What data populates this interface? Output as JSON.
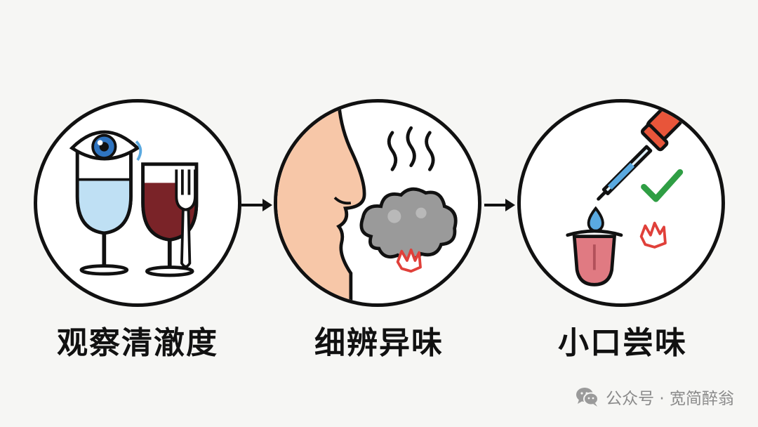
{
  "steps": [
    {
      "label": "观察清澈度",
      "icon": "eye-wine-glasses-icon"
    },
    {
      "label": "细辨异味",
      "icon": "nose-smell-icon"
    },
    {
      "label": "小口尝味",
      "icon": "dropper-tongue-icon"
    }
  ],
  "watermark": {
    "text": "公众号 · 宽简醉翁",
    "icon": "wechat-icon"
  },
  "colors": {
    "outline": "#111111",
    "skin": "#f7c7a8",
    "clear_liquid": "#bfe0f4",
    "red_wine": "#7a2328",
    "smoke": "#9a9a9a",
    "dropper_cap": "#e8553a",
    "check": "#2f9e44",
    "tongue": "#e07a82",
    "watermark": "#8a8a8a"
  }
}
